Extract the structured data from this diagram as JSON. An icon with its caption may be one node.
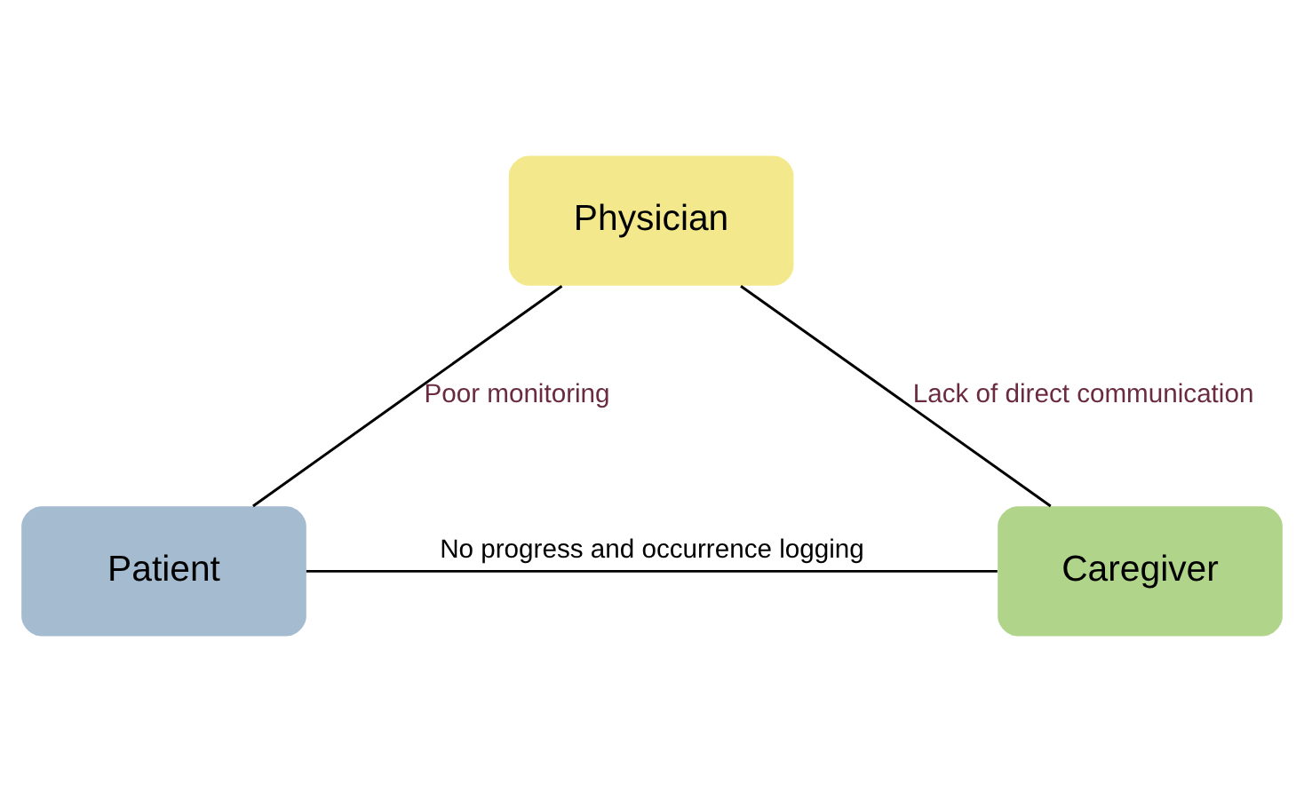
{
  "diagram": {
    "nodes": [
      {
        "text": [
          "Physician"
        ]
      },
      {
        "text": [
          "Patient"
        ]
      },
      {
        "text": [
          "Caregiver"
        ]
      }
    ],
    "edges": [
      {
        "from": 0,
        "to": 1,
        "arrow": "none",
        "label": "Poor monitoring"
      },
      {
        "from": 0,
        "to": 2,
        "arrow": "none",
        "label": "Lack of direct communication"
      },
      {
        "from": 1,
        "to": 2,
        "arrow": "none",
        "label": "No progress and occurrence logging"
      }
    ]
  }
}
